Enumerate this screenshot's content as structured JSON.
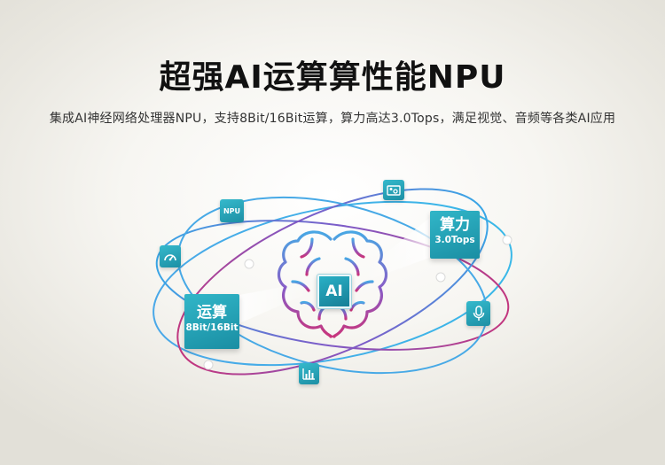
{
  "header": {
    "title": "超强AI运算算性能NPU",
    "subtitle": "集成AI神经网络处理器NPU，支持8Bit/16Bit运算，算力高达3.0Tops，满足视觉、音频等各类AI应用"
  },
  "labels": {
    "compute_power": {
      "title": "算力",
      "value": "3.0Tops"
    },
    "operation": {
      "title": "运算",
      "value": "8Bit/16Bit"
    }
  },
  "chip": {
    "text": "AI"
  },
  "icons": {
    "npu": "NPU",
    "names": [
      "npu-icon",
      "speedometer-icon",
      "image-icon",
      "microphone-icon",
      "bar-chart-icon"
    ]
  },
  "colors": {
    "accent": "#2aa9bf",
    "orbit_blue": "#3fa9e6",
    "orbit_purple": "#7b5cc9",
    "orbit_magenta": "#c7367f"
  }
}
